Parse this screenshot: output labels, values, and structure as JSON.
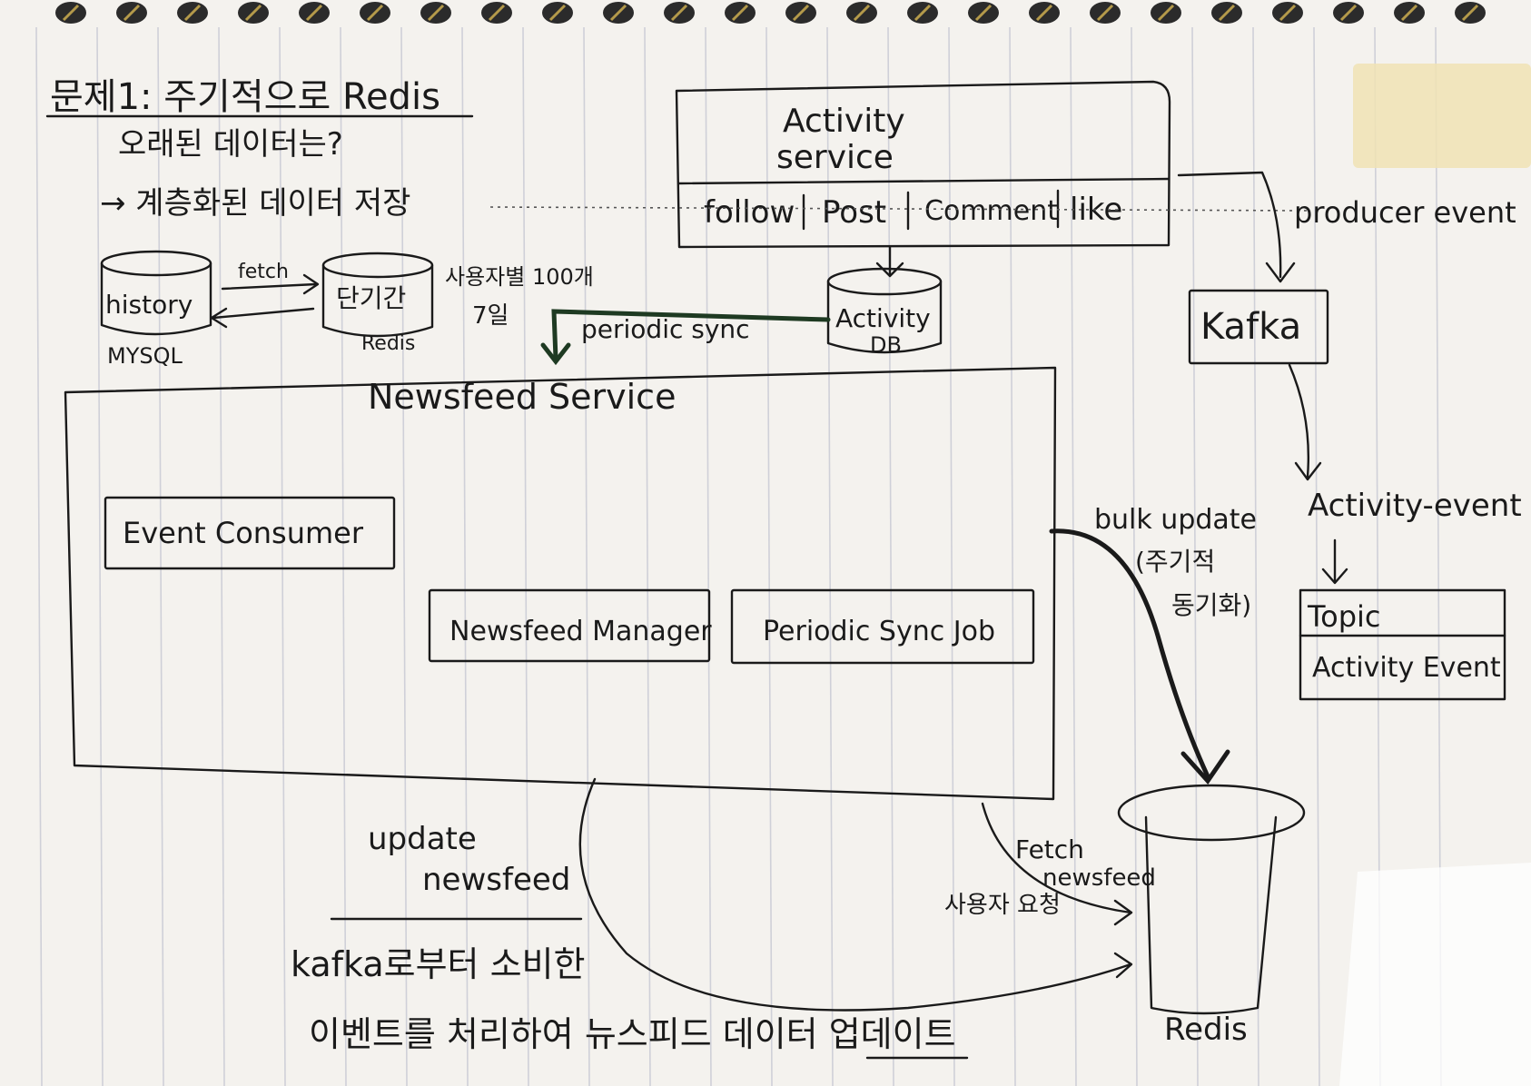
{
  "page": {
    "background": "#f4f2ee",
    "ink_color": "#1a1a1a",
    "rule_color": "#cfd0d8",
    "sync_line_color": "#1e3a22",
    "tape_color": "#f0e3b4",
    "ring_color": "#2b2b2b",
    "ring_accent": "#b49a4a"
  },
  "notes": {
    "problem_title": "문제1: 주기적으로 Redis",
    "problem_line2": "오래된 데이터는?",
    "problem_line3": "→ 계층화된 데이터 저장"
  },
  "storage": {
    "mysql_db_label": "history",
    "mysql_caption": "MYSQL",
    "fetch_label": "fetch",
    "redis_short_label": "단기간",
    "redis_short_caption": "Redis",
    "per_user_note_line1": "사용자별 100개",
    "per_user_note_line2": "7일"
  },
  "activity_service": {
    "title_line1": "Activity",
    "title_line2": "service",
    "types": [
      "follow",
      "Post",
      "Comment",
      "like"
    ],
    "db_label_line1": "Activity",
    "db_label_line2": "DB"
  },
  "sync": {
    "periodic_sync_label": "periodic sync"
  },
  "kafka": {
    "producer_event_label": "producer event",
    "kafka_label": "Kafka",
    "activity_event_label": "Activity-event",
    "topic_label": "Topic",
    "topic_item": "Activity Event"
  },
  "newsfeed_service": {
    "title": "Newsfeed Service",
    "event_consumer": "Event Consumer",
    "newsfeed_manager": "Newsfeed Manager",
    "periodic_sync_job": "Periodic Sync Job"
  },
  "flows": {
    "bulk_update_line1": "bulk update",
    "bulk_update_line2": "(주기적",
    "bulk_update_line3": "동기화)",
    "update_newsfeed_line1": "update",
    "update_newsfeed_line2": "newsfeed",
    "fetch_newsfeed_line1": "Fetch",
    "fetch_newsfeed_line2": "newsfeed",
    "user_request": "사용자 요청"
  },
  "redis_main": {
    "label": "Redis"
  },
  "bottom_notes": {
    "line1": "kafka로부터 소비한",
    "line2": "이벤트를 처리하여 뉴스피드 데이터 업데이트"
  }
}
